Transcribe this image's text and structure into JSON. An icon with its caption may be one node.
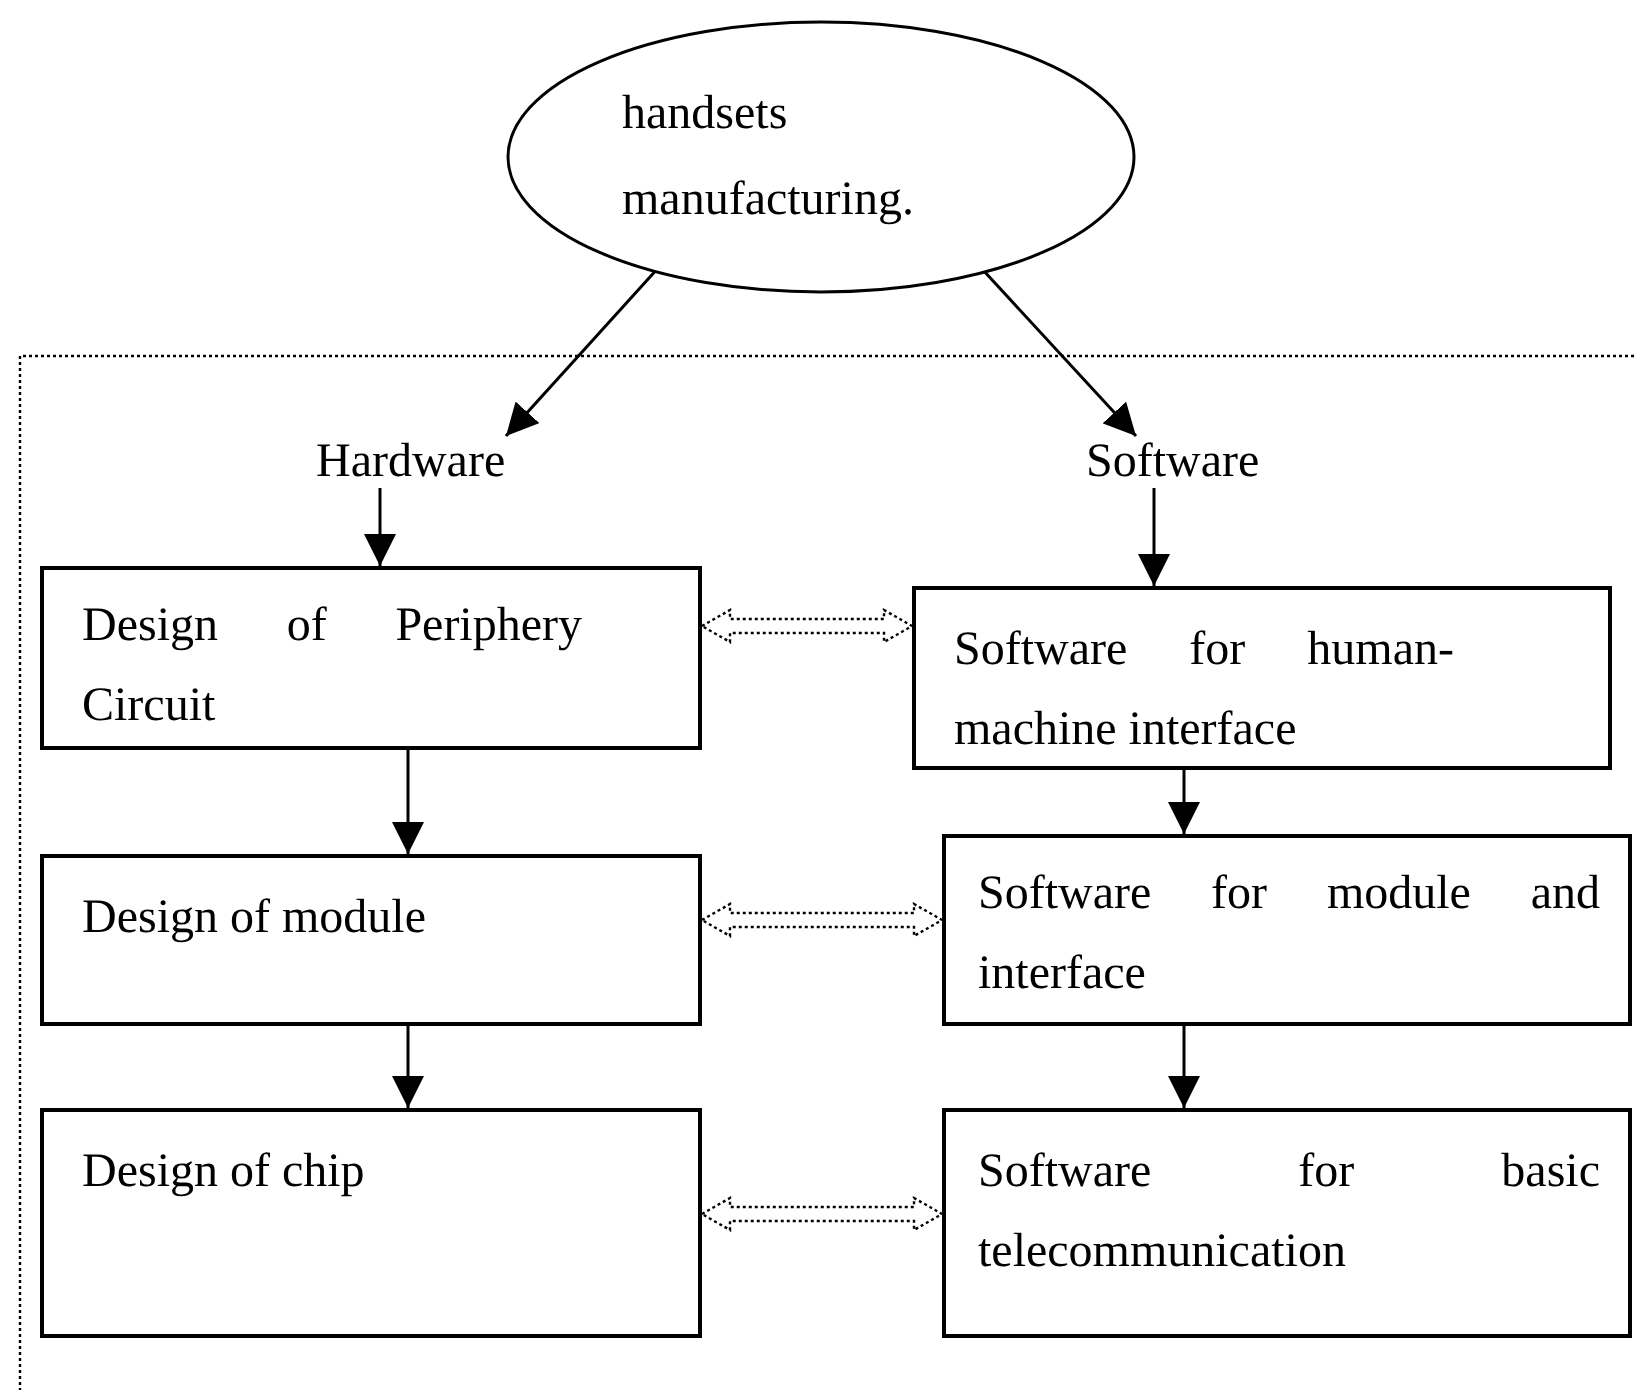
{
  "diagram": {
    "nodes": [
      {
        "text": [
          "handsets manufacturing."
        ]
      },
      {
        "text": [
          "Hardware"
        ]
      },
      {
        "text": [
          "Software"
        ]
      },
      {
        "text": [
          "Design of Periphery Circuit"
        ]
      },
      {
        "text": [
          "Software for human-machine interface"
        ]
      },
      {
        "text": [
          "Design of module"
        ]
      },
      {
        "text": [
          "Software for module and interface"
        ]
      },
      {
        "text": [
          "Design of chip"
        ]
      },
      {
        "text": [
          "Software for basic telecommunication"
        ]
      }
    ],
    "edges": [
      {
        "from": 0,
        "to": 1,
        "arrow": "to"
      },
      {
        "from": 0,
        "to": 2,
        "arrow": "to"
      },
      {
        "from": 1,
        "to": 3,
        "arrow": "to"
      },
      {
        "from": 2,
        "to": 4,
        "arrow": "to"
      },
      {
        "from": 3,
        "to": 4,
        "arrow": "both",
        "style": "dashed"
      },
      {
        "from": 3,
        "to": 5,
        "arrow": "to"
      },
      {
        "from": 4,
        "to": 6,
        "arrow": "to"
      },
      {
        "from": 5,
        "to": 6,
        "arrow": "both",
        "style": "dashed"
      },
      {
        "from": 5,
        "to": 7,
        "arrow": "to"
      },
      {
        "from": 6,
        "to": 8,
        "arrow": "to"
      },
      {
        "from": 7,
        "to": 8,
        "arrow": "both",
        "style": "dashed"
      }
    ]
  }
}
